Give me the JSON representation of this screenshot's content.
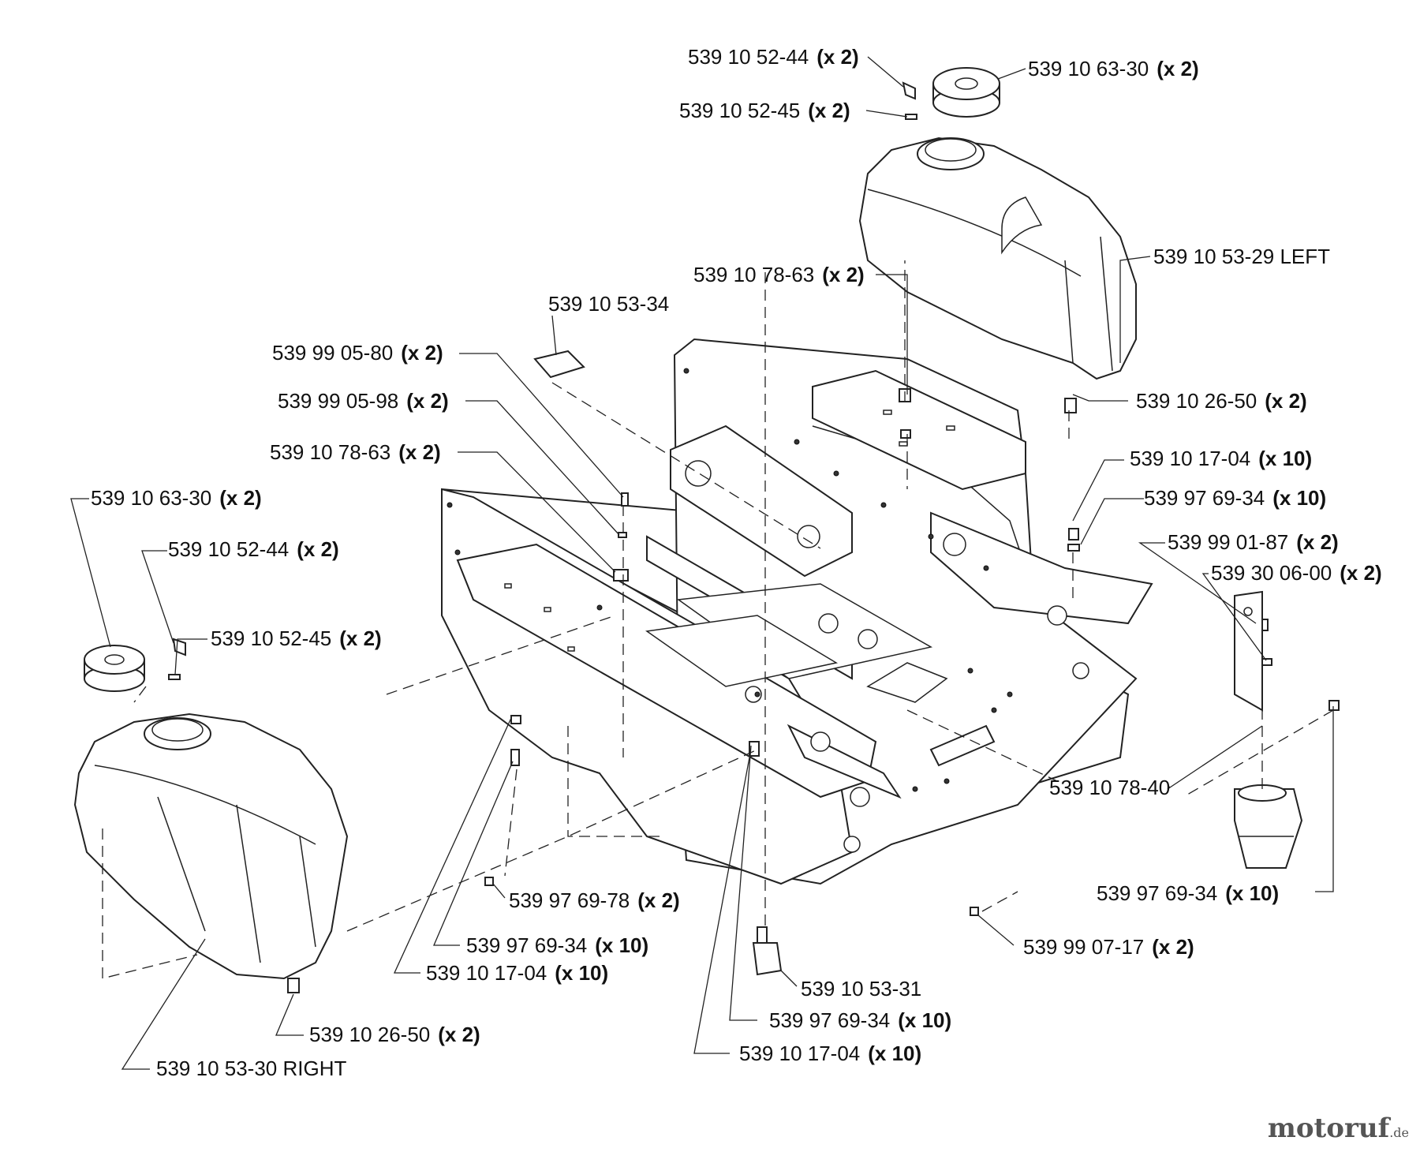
{
  "labels": {
    "l01": {
      "part": "539 10 52-44",
      "qty": "(x 2)"
    },
    "l02": {
      "part": "539 10 63-30",
      "qty": "(x 2)"
    },
    "l03": {
      "part": "539 10 52-45",
      "qty": "(x 2)"
    },
    "l04": {
      "part": "539 10 53-29 LEFT",
      "qty": ""
    },
    "l05": {
      "part": "539 10 78-63",
      "qty": "(x 2)"
    },
    "l06": {
      "part": "539 10 53-34",
      "qty": ""
    },
    "l07": {
      "part": "539 99 05-80",
      "qty": "(x 2)"
    },
    "l08": {
      "part": "539 99 05-98",
      "qty": "(x 2)"
    },
    "l09": {
      "part": "539 10 78-63",
      "qty": "(x 2)"
    },
    "l10": {
      "part": "539 10 26-50",
      "qty": "(x 2)"
    },
    "l11": {
      "part": "539 10 17-04",
      "qty": "(x 10)"
    },
    "l12": {
      "part": "539 97 69-34",
      "qty": "(x 10)"
    },
    "l13": {
      "part": "539 10 63-30",
      "qty": "(x 2)"
    },
    "l14": {
      "part": "539 10 52-44",
      "qty": "(x 2)"
    },
    "l15": {
      "part": "539 99 01-87",
      "qty": "(x 2)"
    },
    "l16": {
      "part": "539 30 06-00",
      "qty": "(x 2)"
    },
    "l17": {
      "part": "539 10 52-45",
      "qty": "(x 2)"
    },
    "l18": {
      "part": "539 10 78-40",
      "qty": ""
    },
    "l19": {
      "part": "539 97 69-78",
      "qty": "(x 2)"
    },
    "l20": {
      "part": "539 97 69-34",
      "qty": "(x 10)"
    },
    "l21": {
      "part": "539 97 69-34",
      "qty": "(x 10)"
    },
    "l22": {
      "part": "539 99 07-17",
      "qty": "(x 2)"
    },
    "l23": {
      "part": "539 10 17-04",
      "qty": "(x 10)"
    },
    "l24": {
      "part": "539 10 53-31",
      "qty": ""
    },
    "l25": {
      "part": "539 10 26-50",
      "qty": "(x 2)"
    },
    "l26": {
      "part": "539 97 69-34",
      "qty": "(x 10)"
    },
    "l27": {
      "part": "539 10 17-04",
      "qty": "(x 10)"
    },
    "l28": {
      "part": "539 10 53-30 RIGHT",
      "qty": ""
    }
  },
  "watermark": {
    "brand": "motoruf",
    "tld": ".de"
  },
  "colors": {
    "line": "#222222",
    "background": "#ffffff",
    "text": "#111111"
  }
}
